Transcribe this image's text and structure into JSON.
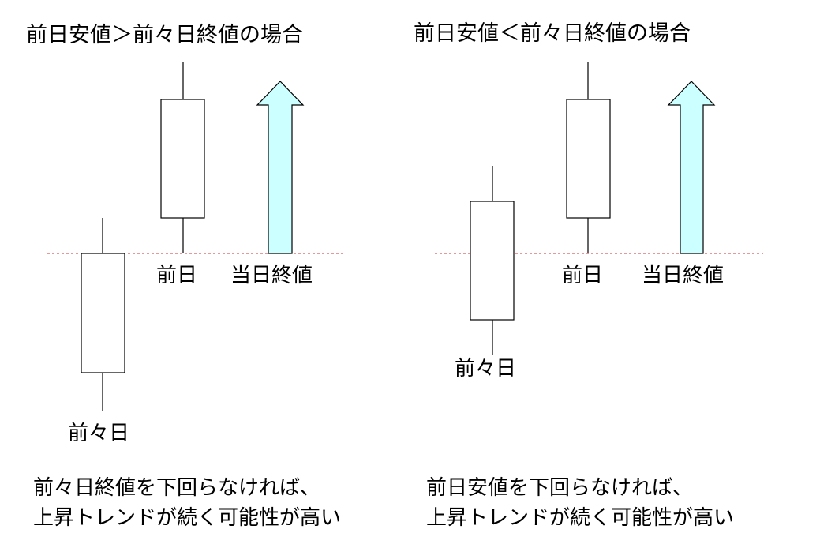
{
  "left_panel": {
    "title": "前日安値＞前々日終値の場合",
    "labels": {
      "day_before": "前々日",
      "prev_day": "前日",
      "today_close": "当日終値"
    },
    "caption_line1": "前々日終値を下回らなければ、",
    "caption_line2": "上昇トレンドが続く可能性が高い"
  },
  "right_panel": {
    "title": "前日安値＜前々日終値の場合",
    "labels": {
      "day_before": "前々日",
      "prev_day": "前日",
      "today_close": "当日終値"
    },
    "caption_line1": "前日安値を下回らなければ、",
    "caption_line2": "上昇トレンドが続く可能性が高い"
  },
  "colors": {
    "candle_fill": "#ffffff",
    "candle_stroke": "#000000",
    "arrow_fill": "#ccffff",
    "arrow_stroke": "#000000",
    "reference_line": "#cc3333"
  }
}
